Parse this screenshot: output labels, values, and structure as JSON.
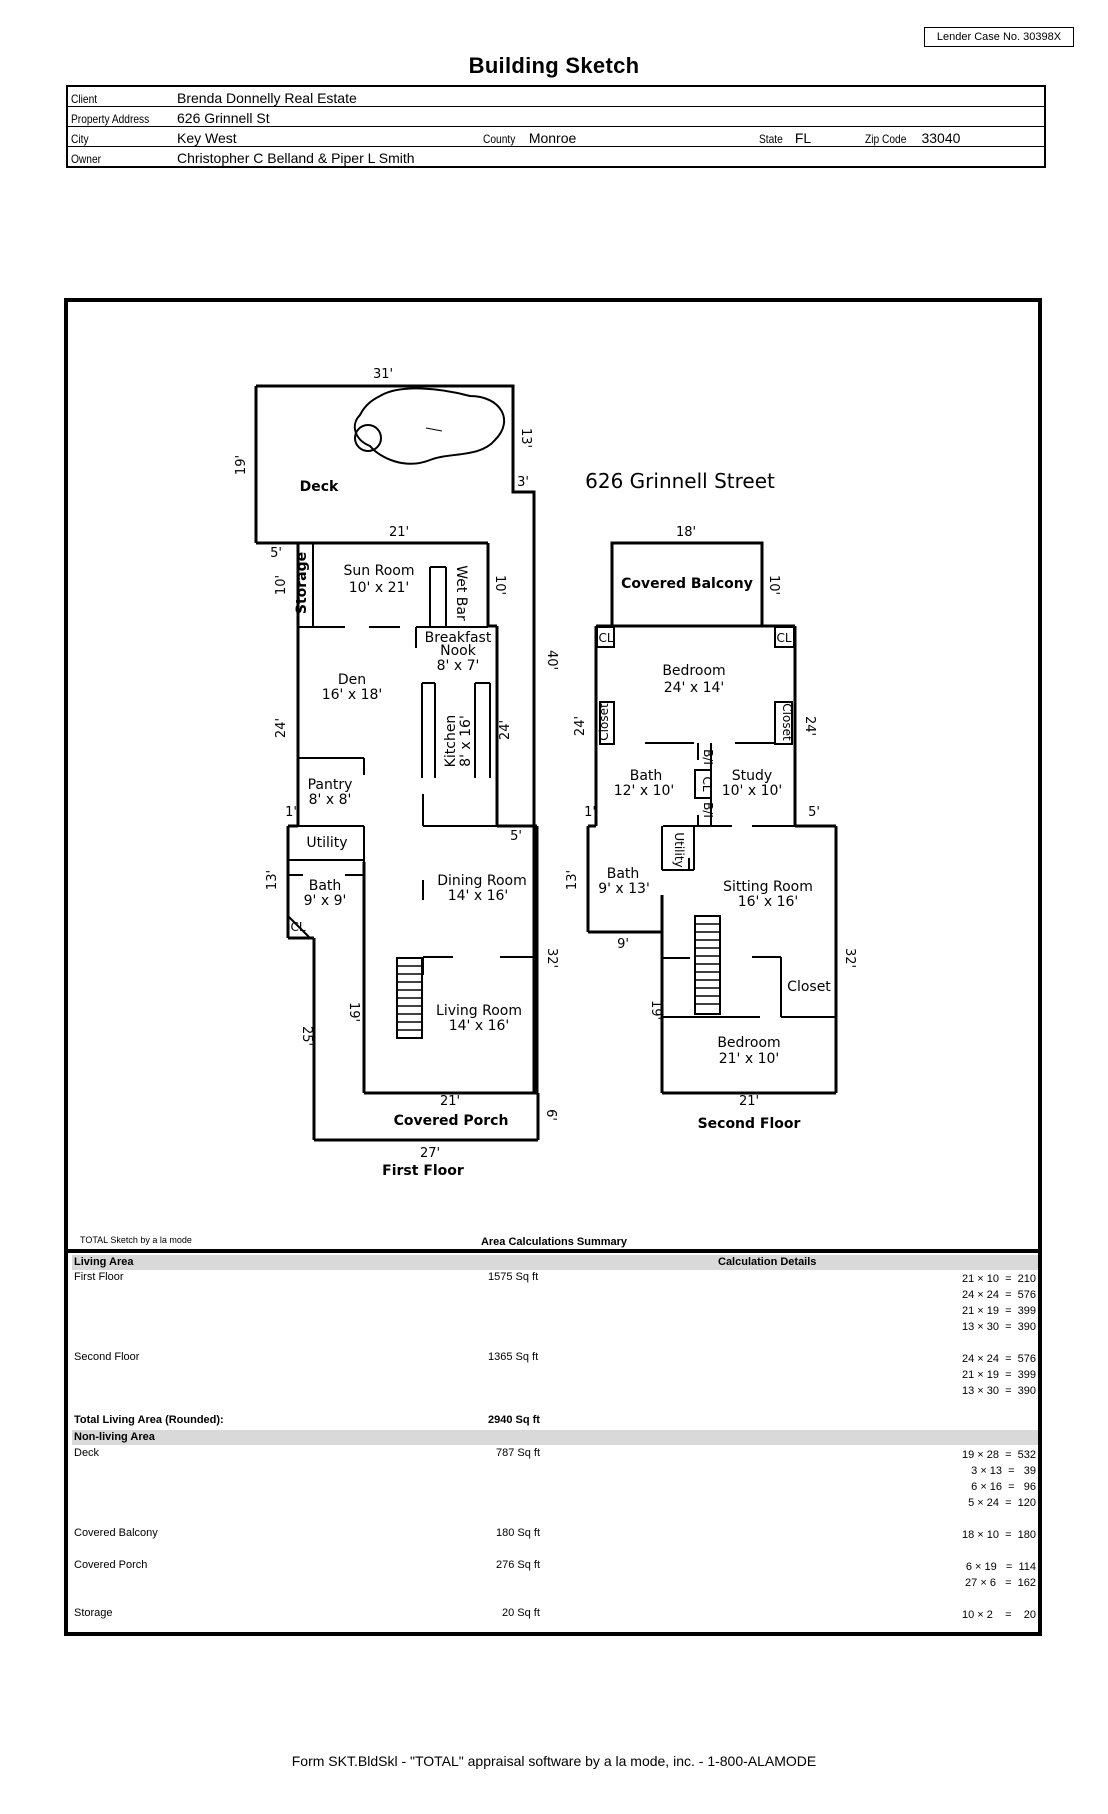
{
  "header": {
    "case_no": "Lender Case No. 30398X",
    "title": "Building Sketch",
    "client_label": "Client",
    "client": "Brenda Donnelly Real Estate",
    "address_label": "Property Address",
    "address": "626 Grinnell St",
    "city_label": "City",
    "city": "Key West",
    "county_label": "County",
    "county": "Monroe",
    "state_label": "State",
    "state": "FL",
    "zip_label": "Zip Code",
    "zip": "33040",
    "owner_label": "Owner",
    "owner": "Christopher C Belland & Piper L Smith"
  },
  "sketch": {
    "street_title": "626 Grinnell Street",
    "first_floor_label": "First Floor",
    "second_floor_label": "Second Floor",
    "rooms_first": [
      {
        "name": "Deck",
        "dim": ""
      },
      {
        "name": "Sun Room",
        "dim": "10' x 21'"
      },
      {
        "name": "Storage",
        "dim": ""
      },
      {
        "name": "Wet Bar",
        "dim": ""
      },
      {
        "name": "Breakfast Nook",
        "dim": "8' x 7'"
      },
      {
        "name": "Den",
        "dim": "16' x 18'"
      },
      {
        "name": "Kitchen",
        "dim": "8' x 16'"
      },
      {
        "name": "Pantry",
        "dim": "8' x 8'"
      },
      {
        "name": "Utility",
        "dim": ""
      },
      {
        "name": "Bath",
        "dim": "9' x 9'"
      },
      {
        "name": "Dining Room",
        "dim": "14' x 16'"
      },
      {
        "name": "Living Room",
        "dim": "14' x 16'"
      },
      {
        "name": "Covered Porch",
        "dim": ""
      },
      {
        "name": "CL",
        "dim": ""
      }
    ],
    "rooms_second": [
      {
        "name": "Covered Balcony",
        "dim": ""
      },
      {
        "name": "Bedroom",
        "dim": "24' x 14'"
      },
      {
        "name": "Bath",
        "dim": "12' x 10'"
      },
      {
        "name": "Study",
        "dim": "10' x 10'"
      },
      {
        "name": "Bath",
        "dim": "9' x 13'"
      },
      {
        "name": "Sitting Room",
        "dim": "16' x 16'"
      },
      {
        "name": "Closet",
        "dim": ""
      },
      {
        "name": "Bedroom",
        "dim": "21' x 10'"
      },
      {
        "name": "Utility",
        "dim": ""
      },
      {
        "name": "CL",
        "dim": ""
      },
      {
        "name": "Closet",
        "dim": ""
      },
      {
        "name": "B/I",
        "dim": ""
      }
    ],
    "dimensions_first": [
      "31'",
      "13'",
      "19'",
      "3'",
      "21'",
      "5'",
      "10'",
      "10'",
      "40'",
      "24'",
      "24'",
      "1'",
      "5'",
      "13'",
      "32'",
      "19'",
      "25'",
      "21'",
      "6'",
      "27'"
    ],
    "dimensions_second": [
      "18'",
      "10'",
      "24'",
      "24'",
      "1'",
      "5'",
      "13'",
      "9'",
      "32'",
      "19'",
      "21'"
    ]
  },
  "area": {
    "software_note": "TOTAL Sketch by a la mode",
    "title": "Area Calculations Summary",
    "living_area_label": "Living Area",
    "calc_details_label": "Calculation Details",
    "living": [
      {
        "name": "First Floor",
        "area": "1575 Sq ft",
        "calcs": [
          "21 × 10  =  210",
          "24 × 24  =  576",
          "21 × 19  =  399",
          "13 × 30  =  390"
        ]
      },
      {
        "name": "Second Floor",
        "area": "1365 Sq ft",
        "calcs": [
          "24 × 24  =  576",
          "21 × 19  =  399",
          "13 × 30  =  390"
        ]
      }
    ],
    "total_label": "Total Living Area (Rounded):",
    "total_value": "2940 Sq ft",
    "nonliving_label": "Non-living Area",
    "nonliving": [
      {
        "name": "Deck",
        "area": "787 Sq ft",
        "calcs": [
          "19 × 28  =  532",
          "3 × 13  =   39",
          "6 × 16  =   96",
          "5 × 24  =  120"
        ]
      },
      {
        "name": "Covered Balcony",
        "area": "180 Sq ft",
        "calcs": [
          "18 × 10  =  180"
        ]
      },
      {
        "name": "Covered Porch",
        "area": "276 Sq ft",
        "calcs": [
          "6 × 19   =  114",
          "27 × 6   =  162"
        ]
      },
      {
        "name": "Storage",
        "area": "20 Sq ft",
        "calcs": [
          "10 × 2    =    20"
        ]
      }
    ]
  },
  "footer": "Form SKT.BldSkl - \"TOTAL\" appraisal software by a la mode, inc. - 1-800-ALAMODE"
}
